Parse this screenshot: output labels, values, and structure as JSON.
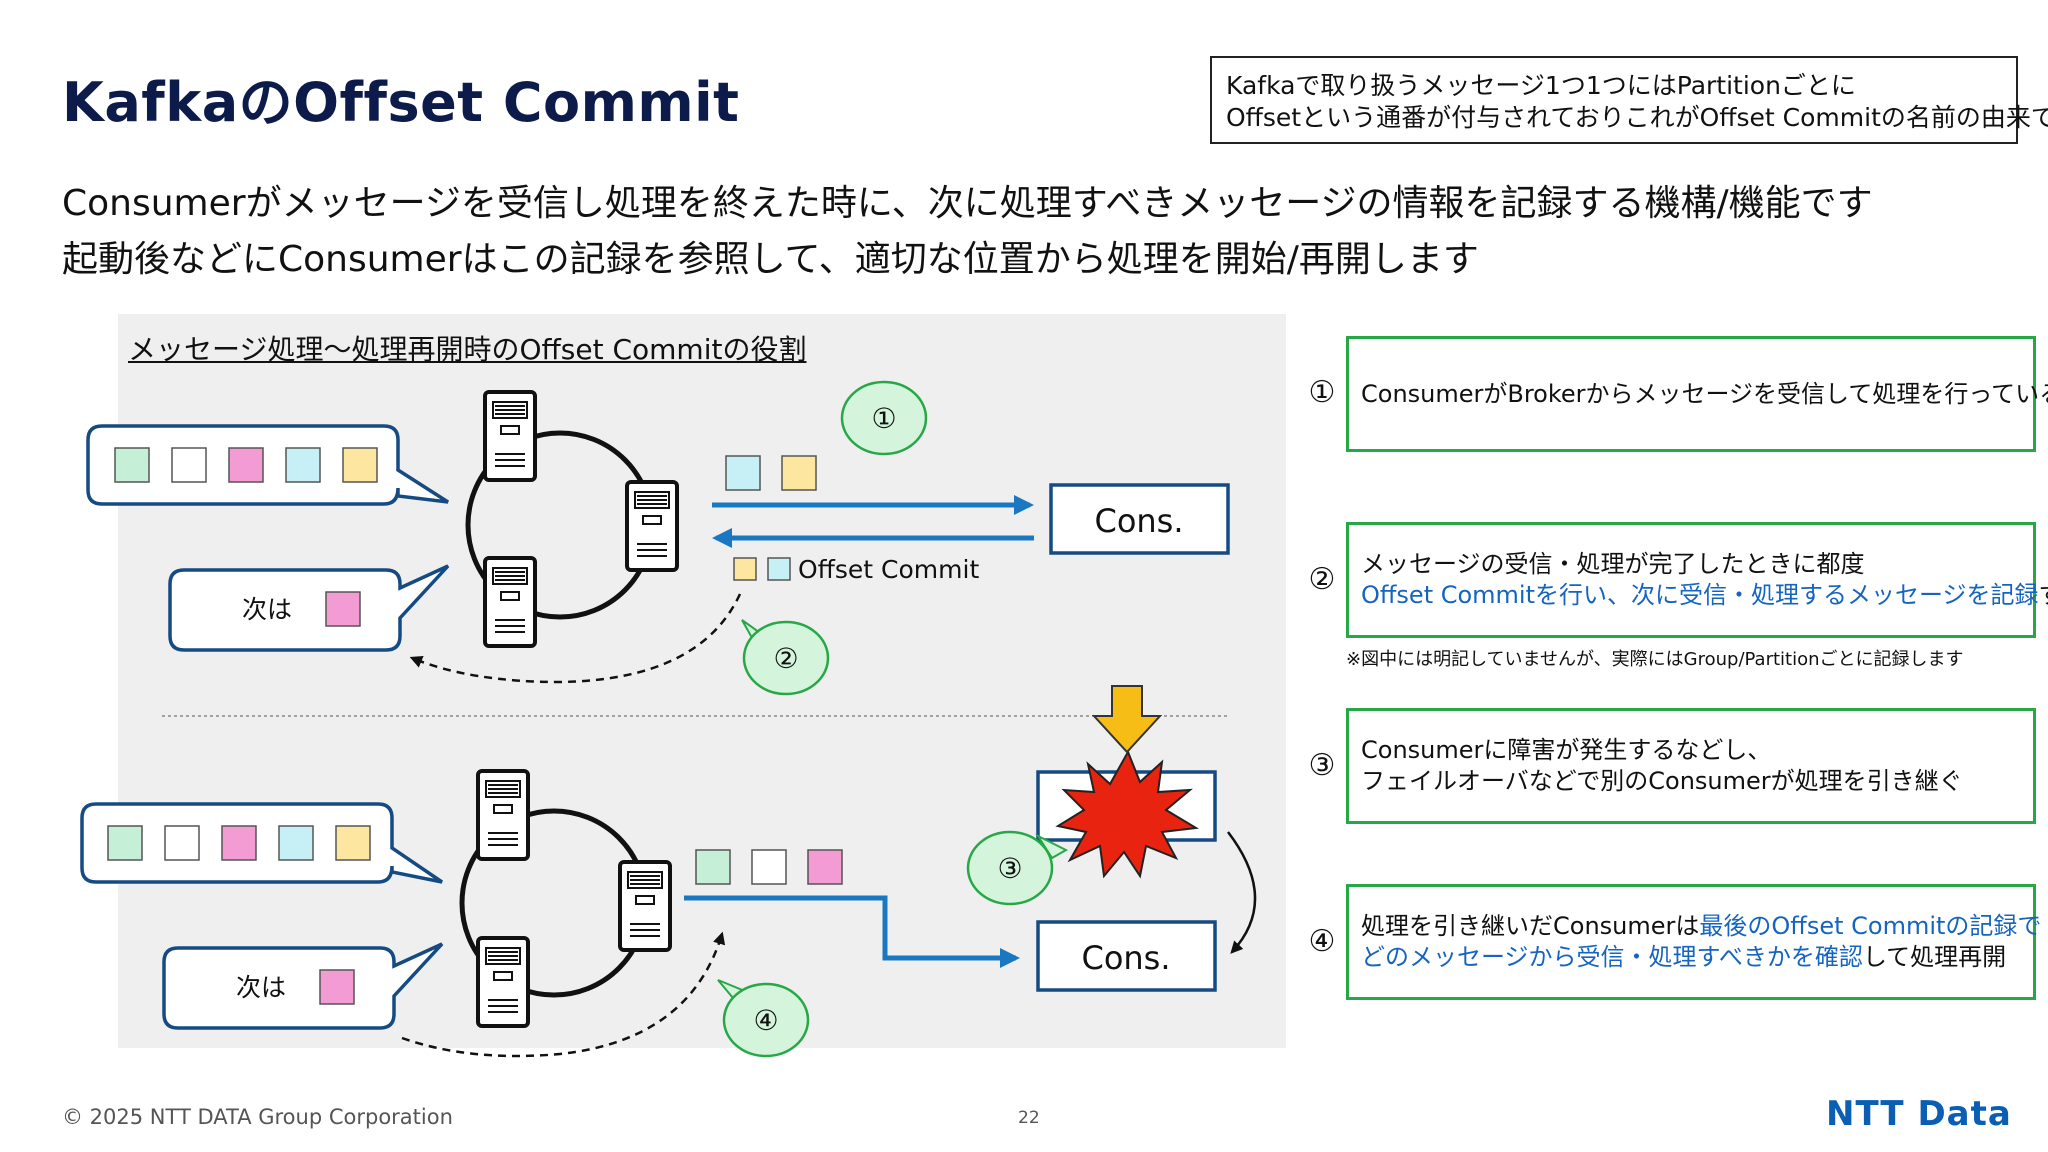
{
  "header": {
    "title": "KafkaのOffset Commit",
    "note_lines": [
      "Kafkaで取り扱うメッセージ1つ1つにはPartitionごとに",
      "Offsetという通番が付与されておりこれがOffset Commitの名前の由来です"
    ]
  },
  "lead": {
    "line1": "Consumerがメッセージを受信し処理を終えた時に、次に処理すべきメッセージの情報を記録する機構/機能です",
    "line2": "起動後などにConsumerはこの記録を参照して、適切な位置から処理を開始/再開します"
  },
  "diagram": {
    "title": "メッセージ処理～処理再開時のOffset Commitの役割",
    "consumer_label": "Cons.",
    "next_label": "次は",
    "commit_label": "Offset Commit",
    "markers": [
      "①",
      "②",
      "③",
      "④"
    ],
    "colors": {
      "green": "#c6efd8",
      "white": "#ffffff",
      "pink": "#f39bd3",
      "cyan": "#c7f0f6",
      "yellow": "#fde7a0",
      "arrow_blue": "#1a78c2",
      "bubble_green": "#d4f5dc",
      "crash_red": "#e8230f",
      "down_arrow": "#f6bd16"
    }
  },
  "steps": [
    {
      "num": "①",
      "lines": [
        {
          "parts": [
            {
              "text": "ConsumerがBrokerからメッセージを受信して処理を行っている",
              "blue": false
            }
          ]
        }
      ]
    },
    {
      "num": "②",
      "lines": [
        {
          "parts": [
            {
              "text": "メッセージの受信・処理が完了したときに都度",
              "blue": false
            }
          ]
        },
        {
          "parts": [
            {
              "text": "Offset Commitを行い、次に受信・処理するメッセージを記録",
              "blue": true
            },
            {
              "text": "する",
              "blue": false
            }
          ]
        }
      ]
    },
    {
      "num": "③",
      "lines": [
        {
          "parts": [
            {
              "text": "Consumerに障害が発生するなどし、",
              "blue": false
            }
          ]
        },
        {
          "parts": [
            {
              "text": "フェイルオーバなどで別のConsumerが処理を引き継ぐ",
              "blue": false
            }
          ]
        }
      ]
    },
    {
      "num": "④",
      "lines": [
        {
          "parts": [
            {
              "text": "処理を引き継いだConsumerは",
              "blue": false
            },
            {
              "text": "最後のOffset Commitの記録で",
              "blue": true
            }
          ]
        },
        {
          "parts": [
            {
              "text": "どのメッセージから受信・処理すべきかを確認",
              "blue": true
            },
            {
              "text": "して処理再開",
              "blue": false
            }
          ]
        }
      ]
    }
  ],
  "footnote": "※図中には明記していませんが、実際にはGroup/Partitionごとに記録します",
  "footer": {
    "copyright": "© 2025 NTT DATA Group Corporation",
    "page_number": "22",
    "logo": "NTT Data"
  }
}
